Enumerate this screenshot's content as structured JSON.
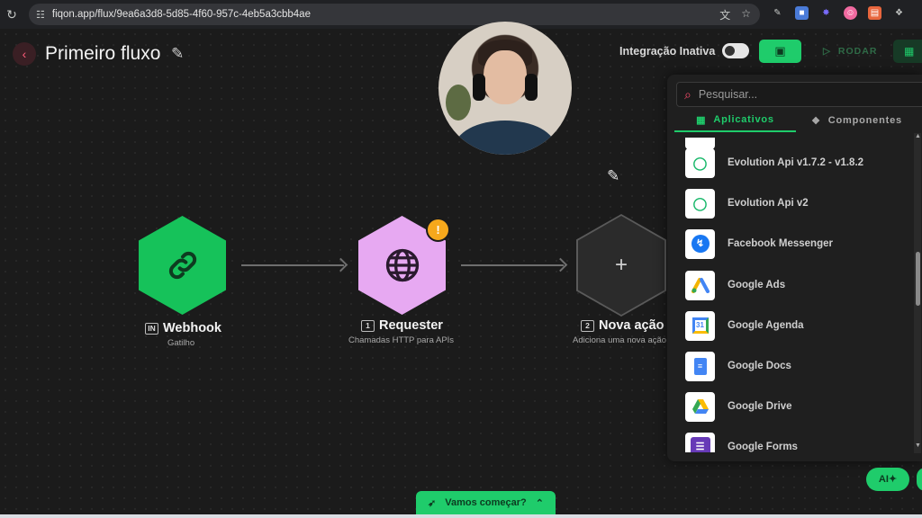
{
  "browser": {
    "url": "fiqon.app/flux/9ea6a3d8-5d85-4f60-957c-4eb5a3cbb4ae"
  },
  "header": {
    "title": "Primeiro fluxo",
    "integration_label": "Integração Inativa",
    "integration_active": false,
    "run_label": "RODAR"
  },
  "flow": {
    "nodes": [
      {
        "badge": "IN",
        "title": "Webhook",
        "subtitle": "Gatilho",
        "icon": "link-icon",
        "color": "#16c25a"
      },
      {
        "badge": "1",
        "title": "Requester",
        "subtitle": "Chamadas HTTP para APIs",
        "icon": "globe-icon",
        "color": "#e7a9f2",
        "warning": "!"
      },
      {
        "badge": "2",
        "title": "Nova ação",
        "subtitle": "Adiciona uma nova ação",
        "icon": "plus-icon",
        "color": "#2b2b2b"
      }
    ]
  },
  "panel": {
    "search_placeholder": "Pesquisar...",
    "tabs": [
      {
        "label": "Aplicativos",
        "active": true
      },
      {
        "label": "Componentes",
        "active": false
      }
    ],
    "apps": [
      {
        "name": "Evolution Api v1.7.2 - v1.8.2",
        "icon": "evolution-icon"
      },
      {
        "name": "Evolution Api v2",
        "icon": "evolution-icon"
      },
      {
        "name": "Facebook Messenger",
        "icon": "messenger-icon"
      },
      {
        "name": "Google Ads",
        "icon": "google-ads-icon"
      },
      {
        "name": "Google Agenda",
        "icon": "google-calendar-icon"
      },
      {
        "name": "Google Docs",
        "icon": "google-docs-icon"
      },
      {
        "name": "Google Drive",
        "icon": "google-drive-icon"
      },
      {
        "name": "Google Forms",
        "icon": "google-forms-icon"
      }
    ]
  },
  "footer": {
    "ai_label": "AI",
    "start_label": "Vamos começar?"
  },
  "colors": {
    "accent": "#1fcc6b",
    "back": "#ff5c7a",
    "warning": "#f6a81c"
  }
}
